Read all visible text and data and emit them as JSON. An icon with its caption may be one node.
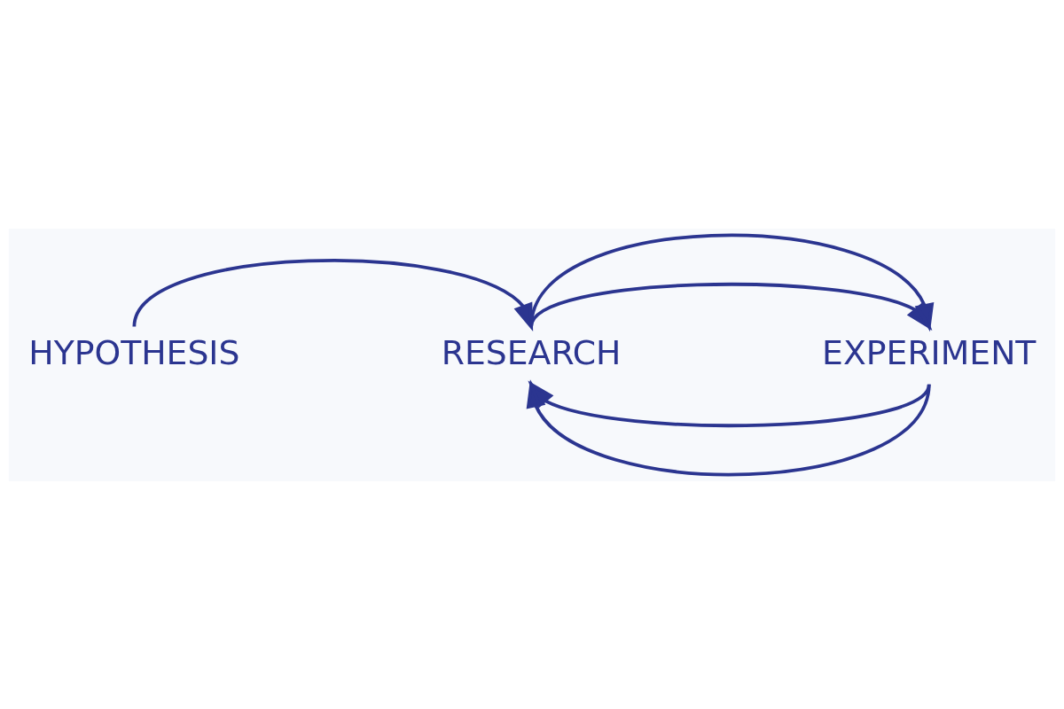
{
  "diagram": {
    "nodes": [
      {
        "text": [
          "HYPOTHESIS"
        ]
      },
      {
        "text": [
          "RESEARCH"
        ]
      },
      {
        "text": [
          "EXPERIMENT"
        ]
      }
    ],
    "edges": [
      {
        "from": 0,
        "to": 1,
        "arrow": "to"
      },
      {
        "from": 1,
        "to": 2,
        "arrow": "to"
      },
      {
        "from": 1,
        "to": 2,
        "arrow": "to"
      },
      {
        "from": 2,
        "to": 1,
        "arrow": "to"
      },
      {
        "from": 2,
        "to": 1,
        "arrow": "to"
      }
    ]
  }
}
